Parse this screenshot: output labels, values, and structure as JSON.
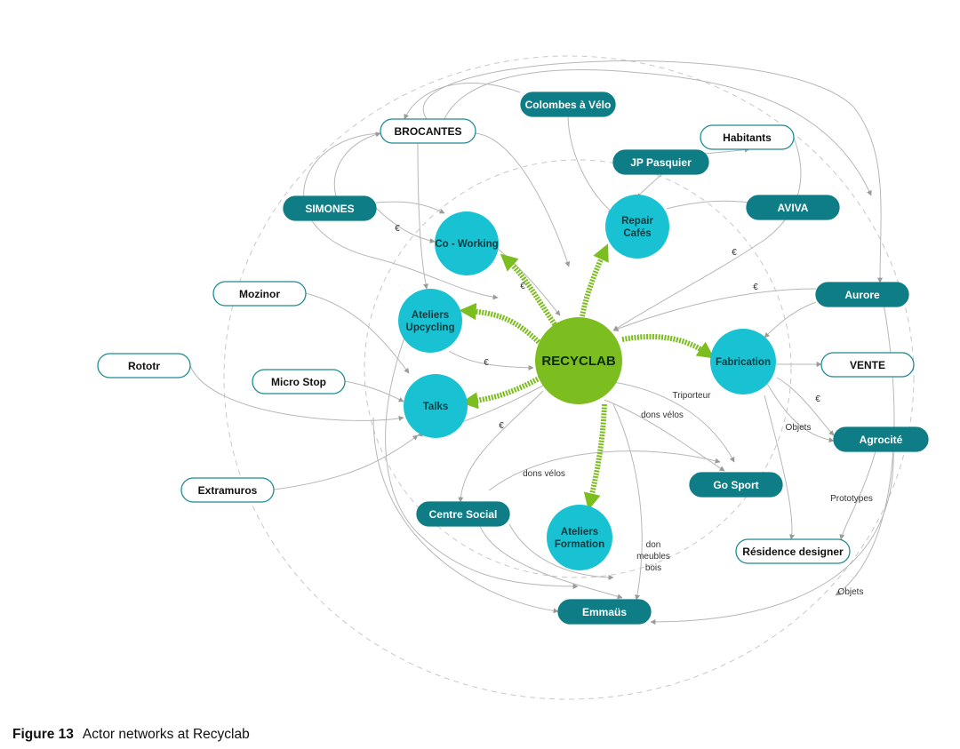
{
  "colors": {
    "teal_dark": "#0f7d86",
    "teal_light": "#19c2d2",
    "green": "#7cbd1f",
    "outline": "#1f8b95",
    "edge": "#b7b7b7",
    "dashed": "#c8c8c8"
  },
  "center": {
    "label": "RECYCLAB"
  },
  "circles": [
    {
      "id": "coworking",
      "lines": [
        "Co - Working"
      ]
    },
    {
      "id": "repair",
      "lines": [
        "Repair",
        "Cafés"
      ]
    },
    {
      "id": "upcycling",
      "lines": [
        "Ateliers",
        "Upcycling"
      ]
    },
    {
      "id": "fabrication",
      "lines": [
        "Fabrication"
      ]
    },
    {
      "id": "talks",
      "lines": [
        "Talks"
      ]
    },
    {
      "id": "formation",
      "lines": [
        "Ateliers",
        "Formation"
      ]
    }
  ],
  "actors": [
    {
      "id": "colombes",
      "label": "Colombes à Vélo",
      "style": "filled"
    },
    {
      "id": "brocantes",
      "label": "BROCANTES",
      "style": "outline"
    },
    {
      "id": "habitants",
      "label": "Habitants",
      "style": "outline"
    },
    {
      "id": "jppasquier",
      "label": "JP Pasquier",
      "style": "filled"
    },
    {
      "id": "simones",
      "label": "SIMONES",
      "style": "filled"
    },
    {
      "id": "aviva",
      "label": "AVIVA",
      "style": "filled"
    },
    {
      "id": "mozinor",
      "label": "Mozinor",
      "style": "outline"
    },
    {
      "id": "aurore",
      "label": "Aurore",
      "style": "filled"
    },
    {
      "id": "rototr",
      "label": "Rototr",
      "style": "outline"
    },
    {
      "id": "vente",
      "label": "VENTE",
      "style": "outline"
    },
    {
      "id": "microstop",
      "label": "Micro Stop",
      "style": "outline"
    },
    {
      "id": "agrocite",
      "label": "Agrocité",
      "style": "filled"
    },
    {
      "id": "extramuros",
      "label": "Extramuros",
      "style": "outline"
    },
    {
      "id": "gosport",
      "label": "Go Sport",
      "style": "filled"
    },
    {
      "id": "centresocial",
      "label": "Centre Social",
      "style": "filled"
    },
    {
      "id": "residence",
      "label": "Résidence designer",
      "style": "outline"
    },
    {
      "id": "emmaus",
      "label": "Emmaüs",
      "style": "filled"
    }
  ],
  "edge_labels": [
    {
      "id": "e1",
      "lines": [
        "€"
      ]
    },
    {
      "id": "e2",
      "lines": [
        "€"
      ]
    },
    {
      "id": "e3",
      "lines": [
        "€"
      ]
    },
    {
      "id": "e4",
      "lines": [
        "€"
      ]
    },
    {
      "id": "e5",
      "lines": [
        "€"
      ]
    },
    {
      "id": "e6",
      "lines": [
        "€"
      ]
    },
    {
      "id": "e7",
      "lines": [
        "€"
      ]
    },
    {
      "id": "triporteur",
      "lines": [
        "Triporteur"
      ]
    },
    {
      "id": "donsvelos1",
      "lines": [
        "dons vélos"
      ]
    },
    {
      "id": "donsvelos2",
      "lines": [
        "dons vélos"
      ]
    },
    {
      "id": "objets1",
      "lines": [
        "Objets"
      ]
    },
    {
      "id": "prototypes",
      "lines": [
        "Prototypes"
      ]
    },
    {
      "id": "objets2",
      "lines": [
        "Objets"
      ]
    },
    {
      "id": "don",
      "lines": [
        "don",
        "meubles",
        "bois"
      ]
    }
  ],
  "caption": {
    "figure": "Figure 13",
    "text": "Actor networks at Recyclab"
  }
}
